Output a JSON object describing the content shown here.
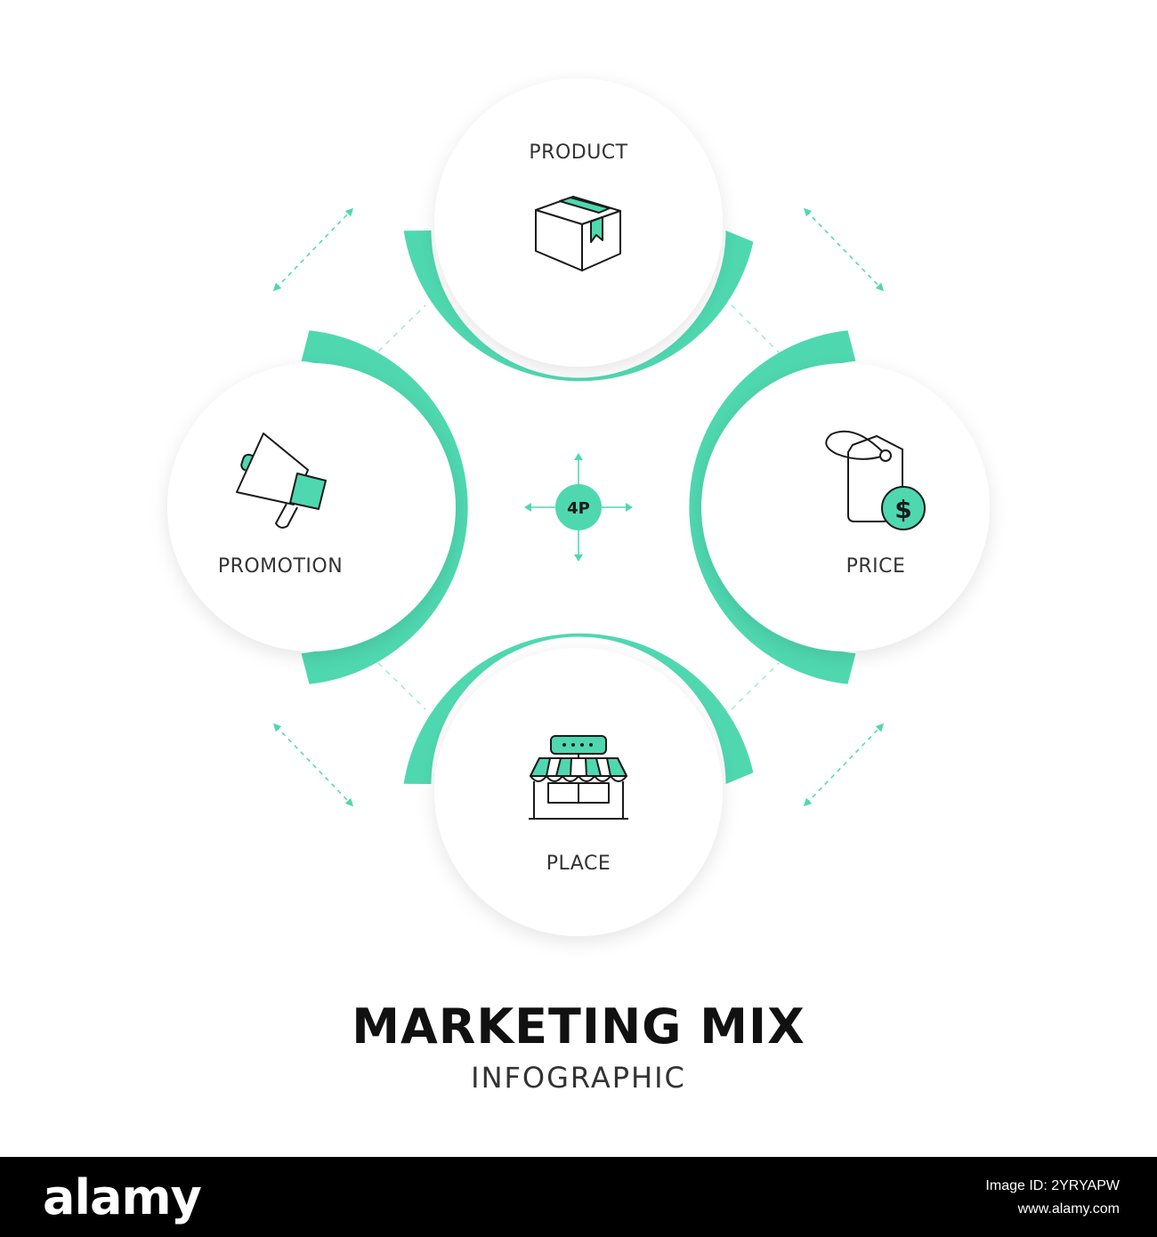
{
  "colors": {
    "accent": "#4fd8b0",
    "accent_dark": "#3fc69f",
    "ink": "#1a1a1a",
    "text": "#333333",
    "circle_fill": "#ffffff",
    "background": "#ffffff"
  },
  "center": {
    "label": "4P"
  },
  "segments": {
    "top": {
      "label": "PRODUCT",
      "icon": "box-icon"
    },
    "right": {
      "label": "PRICE",
      "icon": "price-tag-icon"
    },
    "bottom": {
      "label": "PLACE",
      "icon": "store-icon"
    },
    "left": {
      "label": "PROMOTION",
      "icon": "megaphone-icon"
    }
  },
  "price_symbol": "$",
  "title": "MARKETING MIX",
  "subtitle": "INFOGRAPHIC",
  "footer": {
    "brand": "alamy",
    "image_id_line1": "Image ID: 2YRYAPW",
    "image_id_line2": "www.alamy.com"
  }
}
